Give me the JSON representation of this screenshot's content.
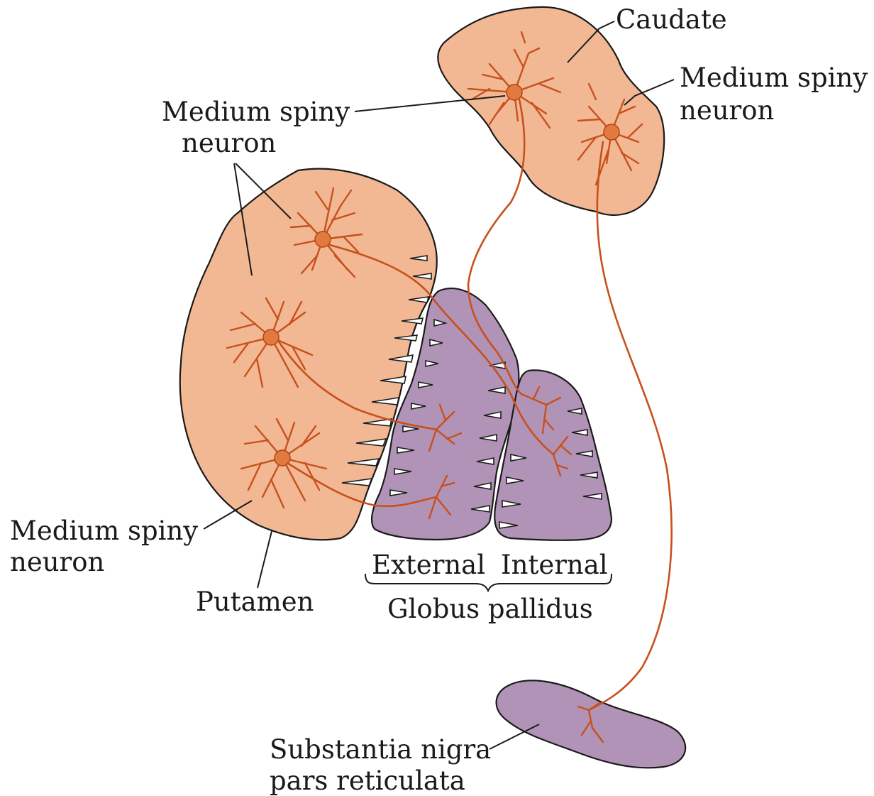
{
  "labels": {
    "caudate": "Caudate",
    "msn_caudate_line1": "Medium spiny",
    "msn_caudate_line2": "neuron",
    "msn_top_line1": "Medium spiny",
    "msn_top_line2": "neuron",
    "msn_bottom_line1": "Medium spiny",
    "msn_bottom_line2": "neuron",
    "putamen": "Putamen",
    "external": "External",
    "internal": "Internal",
    "globus_pallidus": "Globus pallidus",
    "sn_line1": "Substantia nigra",
    "sn_line2": "pars reticulata"
  },
  "colors": {
    "striatum": "#f2b893",
    "pallidum_nigra": "#b193b7",
    "neuron": "#c8501c"
  }
}
